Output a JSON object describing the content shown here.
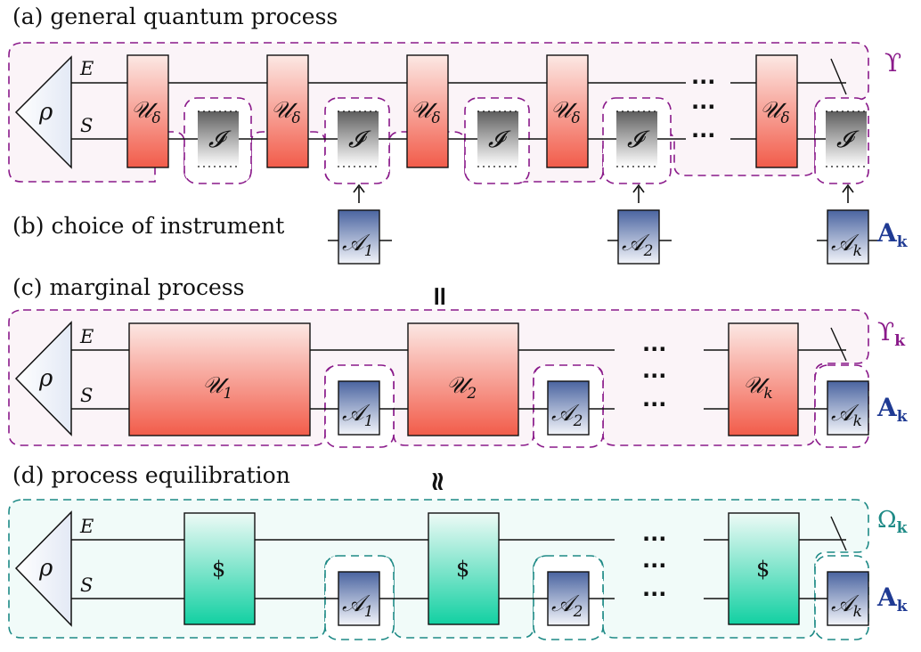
{
  "captions": {
    "a": "(a) general quantum process",
    "b": "(b) choice of instrument",
    "c": "(c) marginal process",
    "d": "(d) process equilibration"
  },
  "wires": {
    "env": "E",
    "sys": "S"
  },
  "state": {
    "symbol": "ρ"
  },
  "panel_a": {
    "unitary": {
      "main": "𝒰",
      "sub": "δ"
    },
    "identity": "𝓘",
    "process_symbol": "ϒ"
  },
  "panel_b": {
    "instruments": [
      {
        "main": "𝒜",
        "sub": "1"
      },
      {
        "main": "𝒜",
        "sub": "2"
      },
      {
        "main": "𝒜",
        "sub": "k"
      }
    ],
    "label": {
      "main": "A",
      "sub": "k"
    }
  },
  "relations": {
    "equal": "=",
    "approx": "≈"
  },
  "panel_c": {
    "unitaries": [
      {
        "main": "𝒰",
        "sub": "1"
      },
      {
        "main": "𝒰",
        "sub": "2"
      },
      {
        "main": "𝒰",
        "sub": "k"
      }
    ],
    "process_symbol": {
      "main": "ϒ",
      "sub": "k"
    }
  },
  "panel_d": {
    "gate": "$",
    "process_symbol": {
      "main": "Ω",
      "sub": "k"
    }
  },
  "ellipsis": "···",
  "colors": {
    "purple_dash": "#8a1a8a",
    "teal_dash": "#1e8a86",
    "red_gate": "#f26a5a",
    "green_gate": "#1ed4a8",
    "blue_gate": "#4a64a0",
    "gray_gate": "#6b6b6b"
  }
}
